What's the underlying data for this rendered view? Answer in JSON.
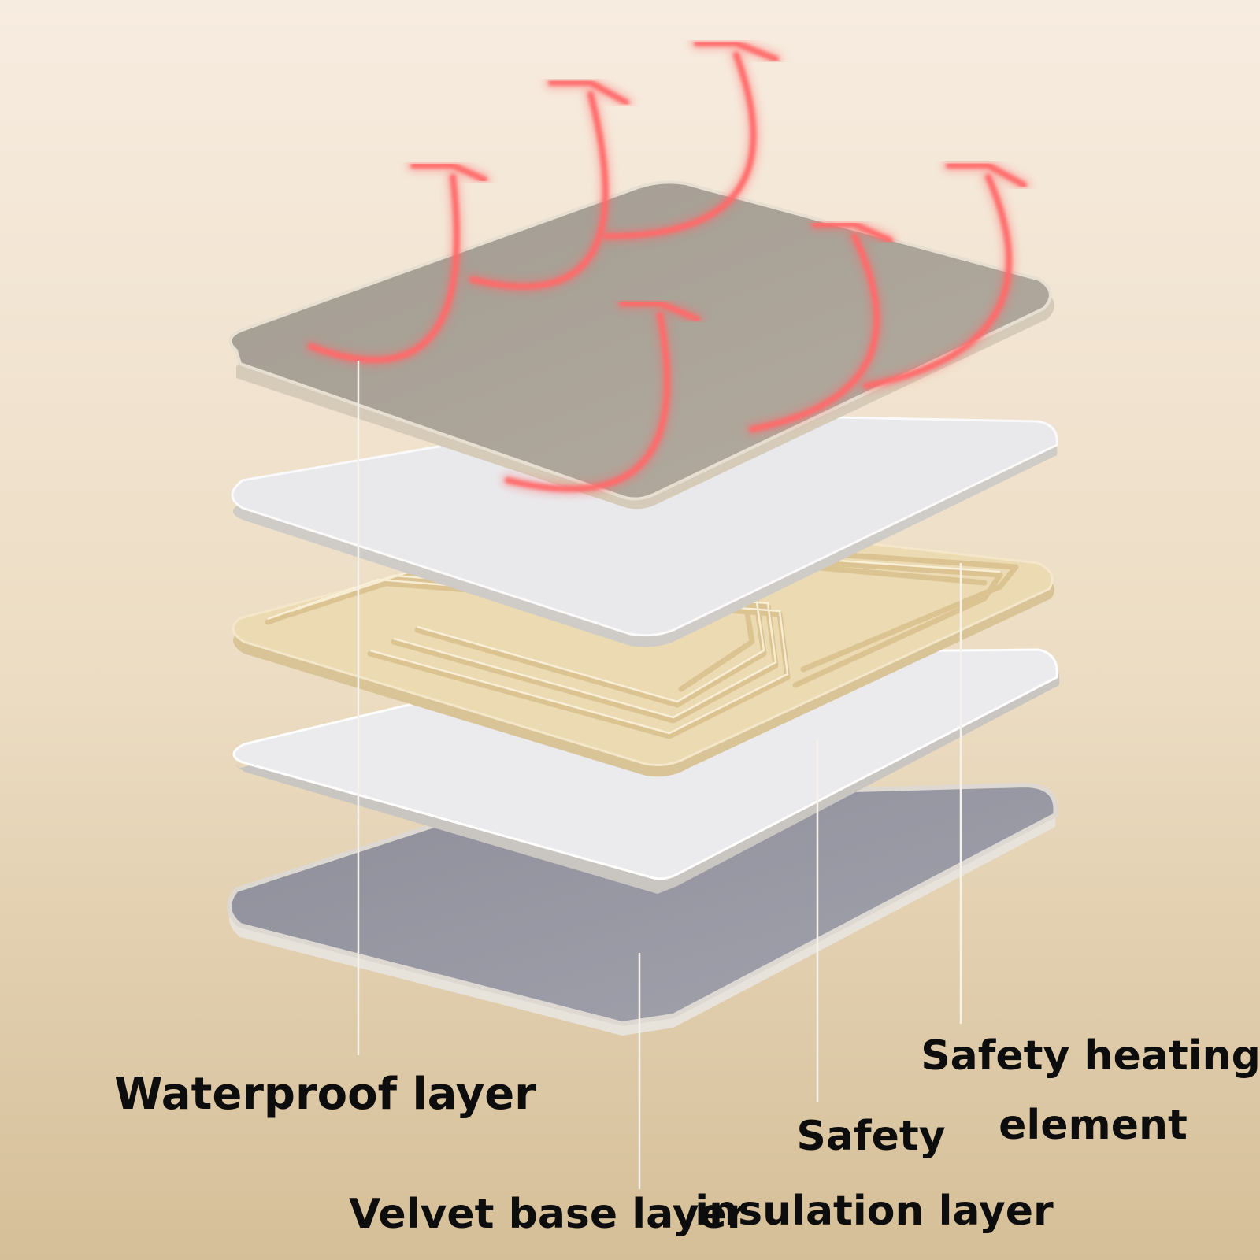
{
  "colors": {
    "background_top": "#f7ece0",
    "background_bottom": "#d6c19c",
    "waterproof_layer": "#a9a196",
    "insulation_layer": "#e9e9ec",
    "heating_element": "#ead7ae",
    "velvet_base": "#9a9aa6",
    "heat_arrow": "#ff6a6a",
    "leader_line": "#f4f0ea"
  },
  "icons": [
    "heat-arrow-icon"
  ],
  "labels": {
    "waterproof": "Waterproof layer",
    "velvet": "Velvet base layer",
    "insulation_line1": "Safety",
    "insulation_line2": "insulation layer",
    "heating_line1": "Safety heating",
    "heating_line2": "element"
  }
}
